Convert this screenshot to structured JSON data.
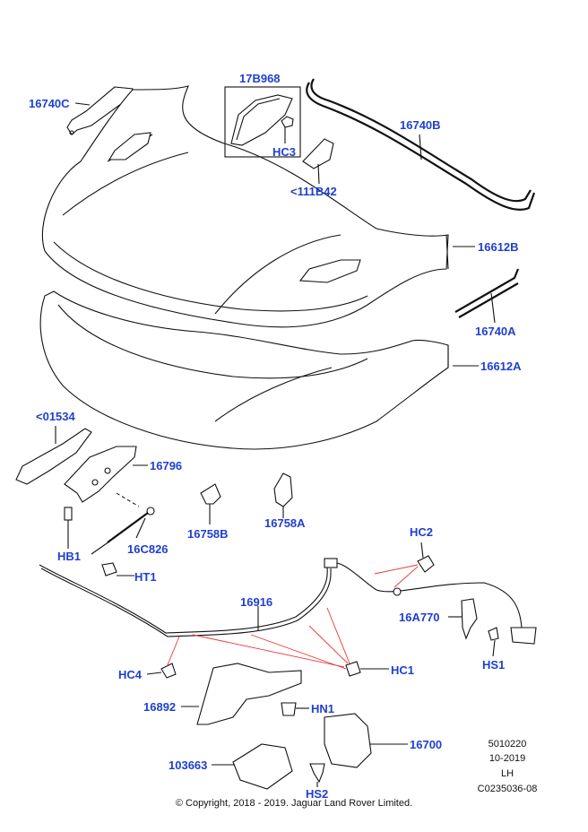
{
  "labels": {
    "p16740c": "16740C",
    "p17b968": "17B968",
    "hc3": "HC3",
    "p111b42": "<111B42",
    "p16740b": "16740B",
    "p16612b": "16612B",
    "p16740a": "16740A",
    "p16612a": "16612A",
    "p01534": "<01534",
    "p16796": "16796",
    "hb1": "HB1",
    "p16c826": "16C826",
    "p16758b": "16758B",
    "p16758a": "16758A",
    "hc2": "HC2",
    "ht1": "HT1",
    "p16916": "16916",
    "p16a770": "16A770",
    "hs1": "HS1",
    "hc4": "HC4",
    "hc1": "HC1",
    "p16892": "16892",
    "hn1": "HN1",
    "p16700": "16700",
    "p103663": "103663",
    "hs2": "HS2"
  },
  "meta": {
    "code": "5010220",
    "date": "10-2019",
    "side": "LH",
    "ref": "C0235036-08"
  },
  "copyright": "© Copyright, 2018 - 2019. Jaguar Land Rover Limited."
}
